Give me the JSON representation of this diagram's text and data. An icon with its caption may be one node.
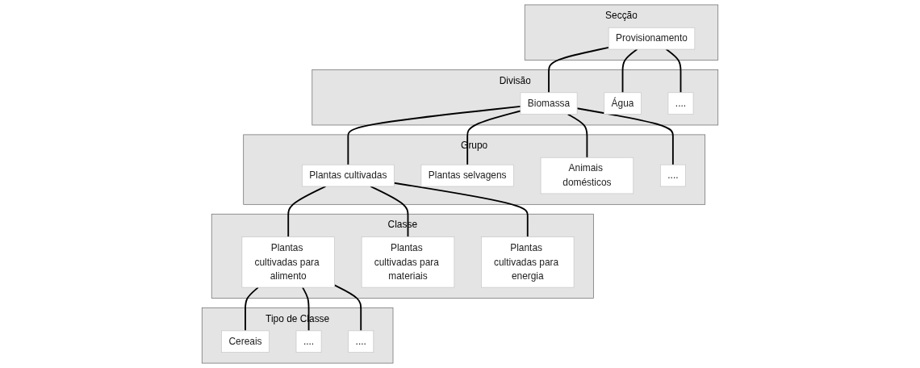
{
  "diagram": {
    "nodes": [
      {
        "text": [
          "Secção"
        ]
      },
      {
        "text": [
          "Provisionamento"
        ],
        "in": 0
      },
      {
        "text": [
          "Divisão"
        ]
      },
      {
        "text": [
          "Biomassa"
        ],
        "in": 2
      },
      {
        "text": [
          "Água"
        ],
        "in": 2
      },
      {
        "text": [
          "...."
        ],
        "in": 2
      },
      {
        "text": [
          "Grupo"
        ]
      },
      {
        "text": [
          "Plantas cultivadas"
        ],
        "in": 6
      },
      {
        "text": [
          "Plantas selvagens"
        ],
        "in": 6
      },
      {
        "text": [
          "Animais domésticos"
        ],
        "in": 6
      },
      {
        "text": [
          "...."
        ],
        "in": 6
      },
      {
        "text": [
          "Classe"
        ]
      },
      {
        "text": [
          "Plantas cultivadas para alimento"
        ],
        "in": 11
      },
      {
        "text": [
          "Plantas cultivadas para materiais"
        ],
        "in": 11
      },
      {
        "text": [
          "Plantas cultivadas para energia"
        ],
        "in": 11
      },
      {
        "text": [
          "Tipo de Classe"
        ]
      },
      {
        "text": [
          "Cereais"
        ],
        "in": 15
      },
      {
        "text": [
          "...."
        ],
        "in": 15
      },
      {
        "text": [
          "...."
        ],
        "in": 15
      }
    ],
    "edges": [
      {
        "from": 1,
        "to": 3,
        "arrow": "none"
      },
      {
        "from": 1,
        "to": 4,
        "arrow": "none"
      },
      {
        "from": 1,
        "to": 5,
        "arrow": "none"
      },
      {
        "from": 3,
        "to": 7,
        "arrow": "none"
      },
      {
        "from": 3,
        "to": 8,
        "arrow": "none"
      },
      {
        "from": 3,
        "to": 9,
        "arrow": "none"
      },
      {
        "from": 3,
        "to": 10,
        "arrow": "none"
      },
      {
        "from": 7,
        "to": 12,
        "arrow": "none"
      },
      {
        "from": 7,
        "to": 13,
        "arrow": "none"
      },
      {
        "from": 7,
        "to": 14,
        "arrow": "none"
      },
      {
        "from": 12,
        "to": 16,
        "arrow": "none"
      },
      {
        "from": 12,
        "to": 17,
        "arrow": "none"
      },
      {
        "from": 12,
        "to": 18,
        "arrow": "none"
      }
    ]
  }
}
